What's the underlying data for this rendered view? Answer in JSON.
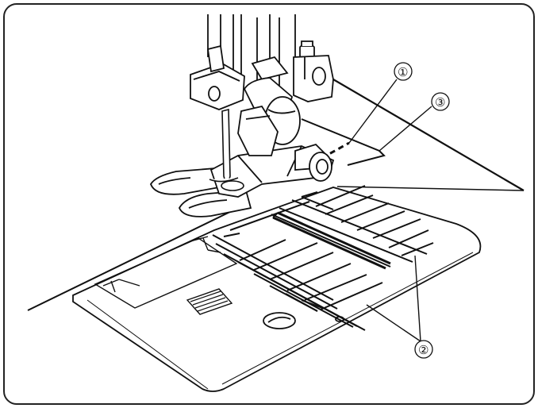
{
  "callouts": {
    "c1": {
      "label": "①"
    },
    "c2": {
      "label": "②"
    },
    "c3": {
      "label": "③"
    }
  },
  "colors": {
    "line": "#111111",
    "frame": "#222222",
    "background": "#ffffff"
  }
}
